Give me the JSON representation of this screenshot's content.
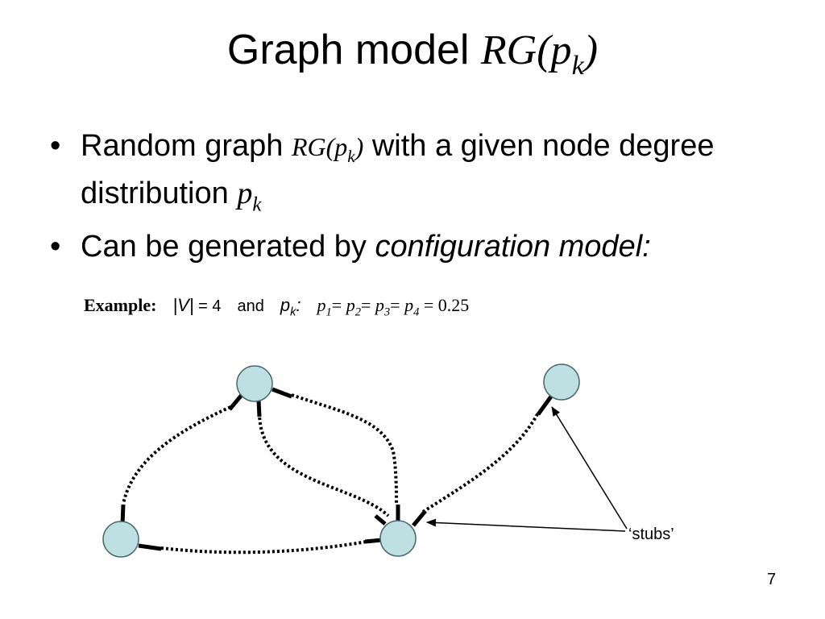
{
  "title": {
    "text": "Graph model ",
    "math": {
      "base": "RG(p",
      "sub": "k",
      "close": ")"
    }
  },
  "bullets": [
    {
      "pre": "Random graph ",
      "math": {
        "base": "RG(p",
        "sub": "k",
        "close": ")"
      },
      "mid": " with a given node degree distribution ",
      "math2": {
        "base": "p",
        "sub": "k"
      }
    },
    {
      "pre": "Can be generated by ",
      "em": "configuration model:"
    }
  ],
  "example": {
    "label": "Example:",
    "vsize": "|V|",
    "vsize_value": " = 4",
    "and": "and",
    "pk": {
      "base": "p",
      "sub": "k",
      "colon": ":"
    },
    "equation": {
      "terms": [
        {
          "base": "p",
          "sub": "1"
        },
        {
          "base": "p",
          "sub": "2"
        },
        {
          "base": "p",
          "sub": "3"
        },
        {
          "base": "p",
          "sub": "4"
        }
      ],
      "eq": "=",
      "value": "0.25"
    }
  },
  "diagram": {
    "nodes": [
      {
        "id": "n1",
        "label": ""
      },
      {
        "id": "n2",
        "label": ""
      },
      {
        "id": "n3",
        "label": ""
      },
      {
        "id": "n4",
        "label": ""
      }
    ],
    "node_fill": "#bfe0e2",
    "node_stroke": "#4a6a6c",
    "edge_color": "#000000",
    "annotation": "‘stubs’"
  },
  "page_number": "7"
}
